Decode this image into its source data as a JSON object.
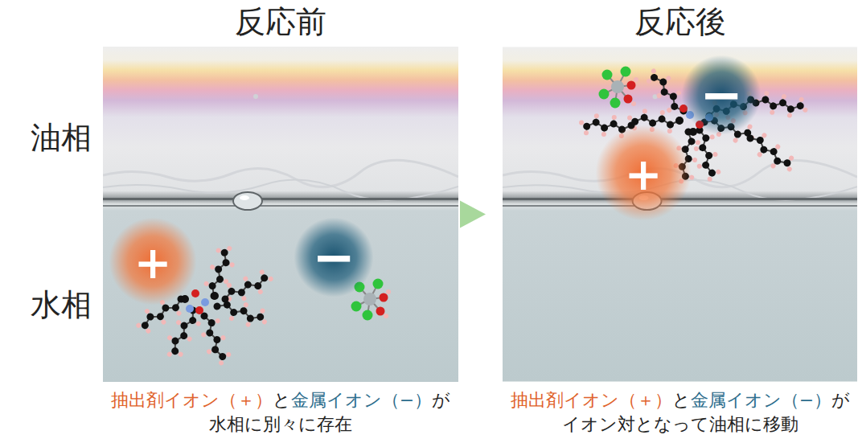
{
  "diagram": {
    "nodes": [
      {
        "text": [
          "反応前"
        ]
      },
      {
        "text": [
          "＋"
        ],
        "in": 0
      },
      {
        "text": [
          "−"
        ],
        "in": 0
      },
      {
        "text": [
          "反応後"
        ]
      },
      {
        "text": [
          "＋"
        ],
        "in": 3
      },
      {
        "text": [
          "−"
        ],
        "in": 3
      }
    ],
    "edges": [
      {
        "from": 0,
        "to": 3,
        "arrow": "to"
      }
    ],
    "labels": [
      "油相",
      "水相",
      "抽出剤イオン（＋）",
      "と",
      "金属イオン（−）",
      "が",
      "水相に別々に存在",
      "抽出剤イオン（＋）",
      "と",
      "金属イオン（−）",
      "が",
      "イオン対となって油相に移動"
    ]
  }
}
